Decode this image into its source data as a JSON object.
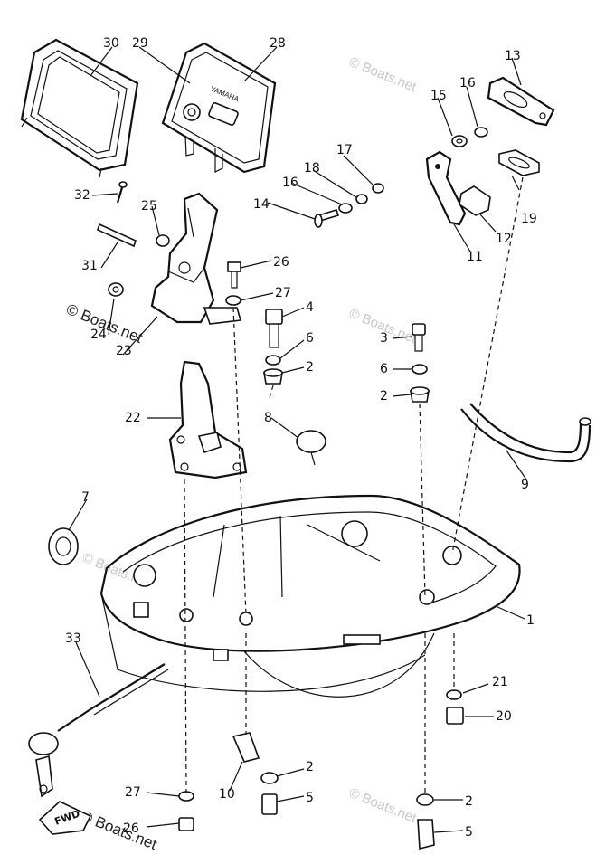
{
  "diagram": {
    "callouts": [
      {
        "id": "30",
        "text": "30"
      },
      {
        "id": "29",
        "text": "29"
      },
      {
        "id": "28",
        "text": "28"
      },
      {
        "id": "13",
        "text": "13"
      },
      {
        "id": "16a",
        "text": "16"
      },
      {
        "id": "15",
        "text": "15"
      },
      {
        "id": "17",
        "text": "17"
      },
      {
        "id": "18",
        "text": "18"
      },
      {
        "id": "16b",
        "text": "16"
      },
      {
        "id": "14",
        "text": "14"
      },
      {
        "id": "19",
        "text": "19"
      },
      {
        "id": "12",
        "text": "12"
      },
      {
        "id": "11",
        "text": "11"
      },
      {
        "id": "32",
        "text": "32"
      },
      {
        "id": "25",
        "text": "25"
      },
      {
        "id": "31",
        "text": "31"
      },
      {
        "id": "26a",
        "text": "26"
      },
      {
        "id": "27a",
        "text": "27"
      },
      {
        "id": "24",
        "text": "24"
      },
      {
        "id": "23",
        "text": "23"
      },
      {
        "id": "4",
        "text": "4"
      },
      {
        "id": "6a",
        "text": "6"
      },
      {
        "id": "2a",
        "text": "2"
      },
      {
        "id": "3",
        "text": "3"
      },
      {
        "id": "6b",
        "text": "6"
      },
      {
        "id": "2b",
        "text": "2"
      },
      {
        "id": "22",
        "text": "22"
      },
      {
        "id": "8",
        "text": "8"
      },
      {
        "id": "9",
        "text": "9"
      },
      {
        "id": "7",
        "text": "7"
      },
      {
        "id": "1",
        "text": "1"
      },
      {
        "id": "33",
        "text": "33"
      },
      {
        "id": "21",
        "text": "21"
      },
      {
        "id": "20",
        "text": "20"
      },
      {
        "id": "2c",
        "text": "2"
      },
      {
        "id": "27b",
        "text": "27"
      },
      {
        "id": "10",
        "text": "10"
      },
      {
        "id": "5a",
        "text": "5"
      },
      {
        "id": "2d",
        "text": "2"
      },
      {
        "id": "26b",
        "text": "26"
      },
      {
        "id": "5b",
        "text": "5"
      }
    ],
    "fwd_label": "FWD",
    "watermark": "© Boats.net",
    "panel_brand": "YAMAHA"
  }
}
